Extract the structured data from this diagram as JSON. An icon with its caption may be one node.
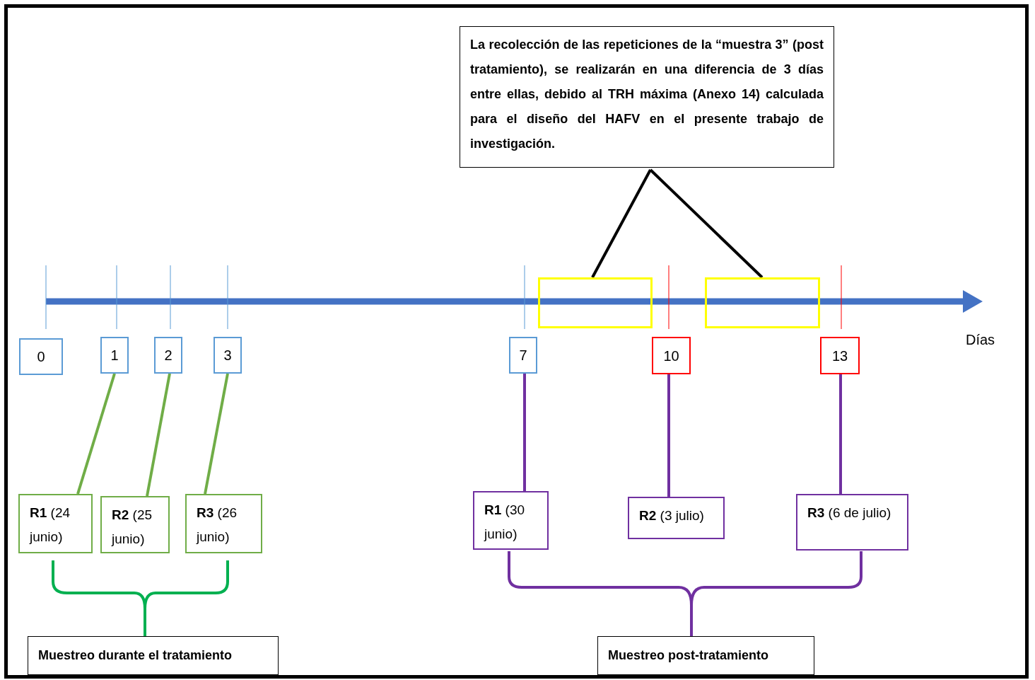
{
  "diagram": {
    "nodes": [
      {
        "text": [
          "La recolección de las repeticiones de la “muestra 3” (post tratamiento), se realizarán en una diferencia de 3 días entre ellas, debido al TRH máxima (Anexo 14) calculada para el diseño del HAFV en el presente trabajo de investigación."
        ]
      },
      {
        "text": [
          "0"
        ]
      },
      {
        "text": [
          "1"
        ]
      },
      {
        "text": [
          "2"
        ]
      },
      {
        "text": [
          "3"
        ]
      },
      {
        "text": [
          "7"
        ]
      },
      {
        "text": [
          "10"
        ]
      },
      {
        "text": [
          "13"
        ]
      },
      {
        "text": [],
        "shape": "box"
      },
      {
        "text": [],
        "shape": "box"
      },
      {
        "text": [
          "**R1** (24 junio)"
        ]
      },
      {
        "text": [
          "**R2** (25 junio)"
        ]
      },
      {
        "text": [
          "**R3** (26 junio)"
        ]
      },
      {
        "text": [
          "**R1** (30 junio)"
        ]
      },
      {
        "text": [
          "**R2** (3 julio)"
        ]
      },
      {
        "text": [
          "**R3** (6 de julio)"
        ]
      },
      {
        "text": [
          "Muestreo durante el tratamiento"
        ]
      },
      {
        "text": [
          "Muestreo post-tratamiento"
        ]
      }
    ],
    "edges": [
      {
        "from": 0,
        "to": 8,
        "arrow": "none",
        "color": "#000000"
      },
      {
        "from": 0,
        "to": 9,
        "arrow": "none",
        "color": "#000000"
      },
      {
        "from": 2,
        "to": 10,
        "arrow": "none",
        "color": "#70ad47"
      },
      {
        "from": 3,
        "to": 11,
        "arrow": "none",
        "color": "#70ad47"
      },
      {
        "from": 4,
        "to": 12,
        "arrow": "none",
        "color": "#70ad47"
      },
      {
        "from": 5,
        "to": 13,
        "arrow": "none",
        "color": "#7030a0"
      },
      {
        "from": 6,
        "to": 14,
        "arrow": "none",
        "color": "#7030a0"
      },
      {
        "from": 7,
        "to": 15,
        "arrow": "none",
        "color": "#7030a0"
      }
    ],
    "labels": [
      "Días"
    ]
  }
}
